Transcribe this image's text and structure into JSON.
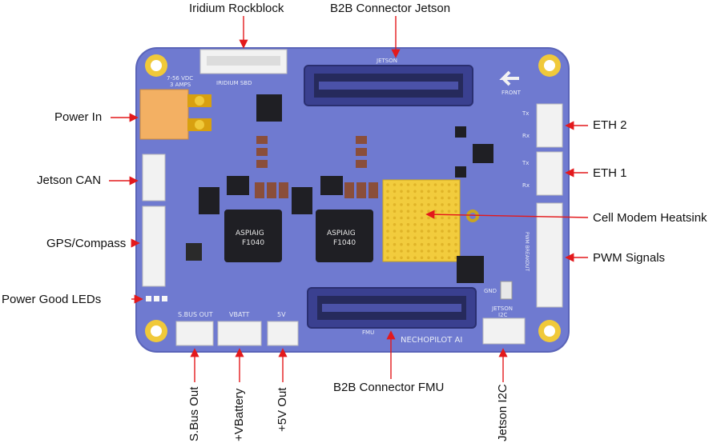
{
  "colors": {
    "board": "#6f7ad0",
    "board_edge": "#5a64b8",
    "arrow": "#e3191c",
    "connector_white": "#f2f2f2",
    "heatsink": "#f2cc3d",
    "chip": "#1f1f24",
    "mount_ring": "#f0c93a",
    "power_jack": "#f3b063",
    "text": "#111111"
  },
  "callouts": {
    "iridium": "Iridium Rockblock",
    "b2b_jetson": "B2B Connector Jetson",
    "power_in": "Power In",
    "jetson_can": "Jetson CAN",
    "gps_compass": "GPS/Compass",
    "power_good_leds": "Power Good LEDs",
    "eth2": "ETH 2",
    "eth1": "ETH 1",
    "cell_modem": "Cell Modem Heatsink",
    "pwm_signals": "PWM Signals",
    "b2b_fmu": "B2B Connector FMU",
    "sbus_out": "S.Bus Out",
    "vbattery": "+VBattery",
    "v5_out": "+5V Out",
    "jetson_i2c": "Jetson I2C"
  },
  "silkscreen": {
    "voltage": "7-56 VDC",
    "amps": "3 AMPS",
    "iridium": "IRIDIUM SBD",
    "jetson_top": "JETSON",
    "front": "FRONT",
    "fmu": "FMU",
    "brand": "NECHOPILOT AI",
    "chip1": "ASPIAIG",
    "chip1b": "F1040",
    "chip2": "ASPIAIG",
    "chip2b": "F1040",
    "sbus": "S.BUS OUT",
    "vbatt": "VBATT",
    "five_v": "5V",
    "jetson_i2c": "JETSON",
    "i2c": "I2C",
    "pwm_breakout": "PWM BREAKOUT",
    "gnd": "GND",
    "eth2_tx": "Tx",
    "eth2_rx": "Rx",
    "eth1_tx": "Tx",
    "eth1_rx": "Rx"
  }
}
